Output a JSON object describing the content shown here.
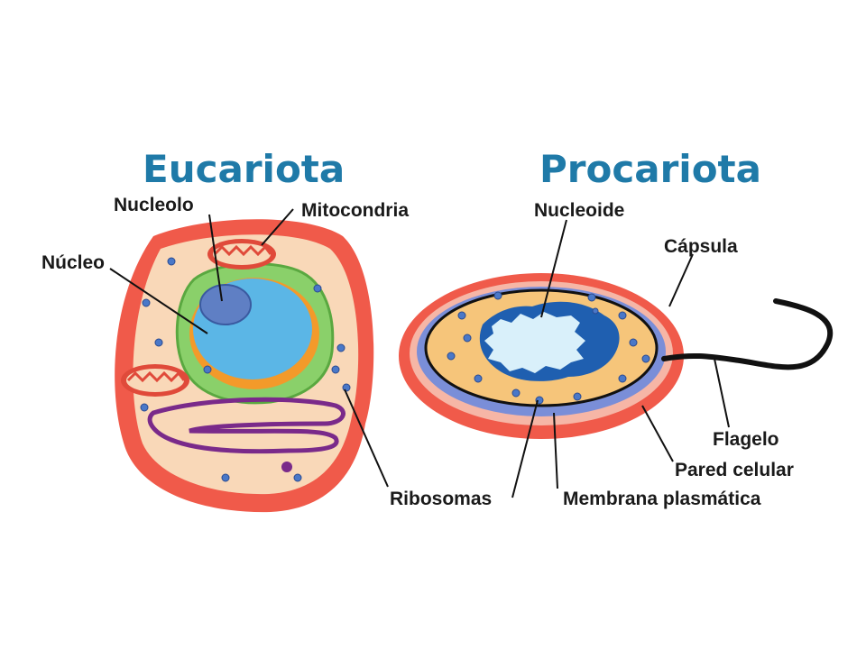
{
  "eukaryote": {
    "title": "Eucariota",
    "labels": {
      "nucleolus": "Nucleolo",
      "mitochondria": "Mitocondria",
      "nucleus": "Núcleo",
      "ribosomes": "Ribosomas"
    }
  },
  "prokaryote": {
    "title": "Procariota",
    "labels": {
      "nucleoid": "Nucleoide",
      "capsule": "Cápsula",
      "flagellum": "Flagelo",
      "cell_wall": "Pared celular",
      "plasma_membrane": "Membrana plasmática"
    }
  },
  "colors": {
    "title": "#1f7aa8",
    "cell_outer": "#f05a4a",
    "cytoplasm": "#f9d8b8",
    "nucleus": "#5bb6e6",
    "nucleolus": "#5f7fc4",
    "er": "#8ad06a",
    "golgi": "#7a2a8a",
    "ribosome": "#4a78c8",
    "prok_cytoplasm": "#f6c57a",
    "prok_membrane": "#7a8ed8",
    "nucleoid_dna": "#1f5fb0",
    "nucleoid_light": "#d9f0fa"
  }
}
